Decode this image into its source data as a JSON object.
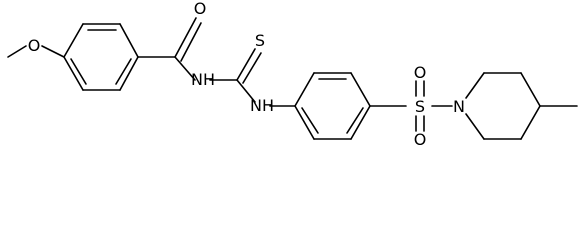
{
  "atoms": {
    "O_methoxy": "O",
    "O_carbonyl": "O",
    "N_amide": "NH",
    "S_thio": "S",
    "N_aniline": "NH",
    "S_sulfonyl": "S",
    "O_sulfonyl_top": "O",
    "O_sulfonyl_bottom": "O",
    "N_piperidine": "N"
  }
}
